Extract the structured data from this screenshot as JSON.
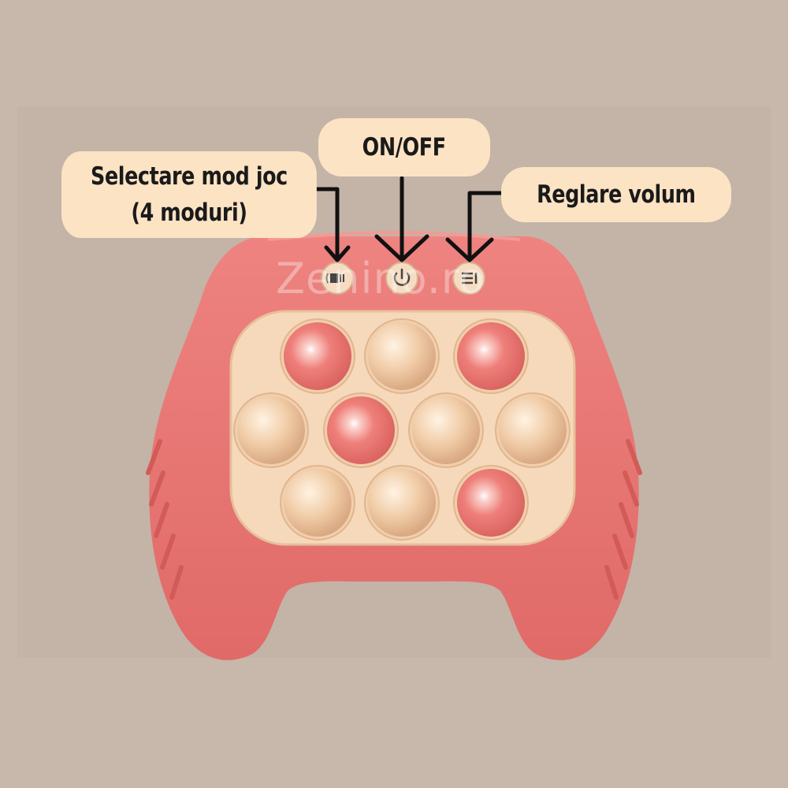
{
  "callouts": {
    "mode_line1": "Selectare mod joc",
    "mode_line2": "(4 moduri)",
    "power": "ON/OFF",
    "volume": "Reglare volum"
  },
  "watermark": "Zenino.ro",
  "colors": {
    "background": "#c8b7ab",
    "body": "#e8736f",
    "panel": "#f7dcc0",
    "bubble_cream": "#f4d2b2",
    "bubble_lit": "#ef7a78",
    "callout": "#fbe3c4"
  },
  "bubbles": {
    "rows": [
      [
        "lit",
        "cream",
        "lit"
      ],
      [
        "cream",
        "lit",
        "cream",
        "cream"
      ],
      [
        "cream",
        "cream",
        "lit"
      ]
    ]
  },
  "buttons": [
    "mode-icon",
    "power-icon",
    "volume-icon"
  ]
}
